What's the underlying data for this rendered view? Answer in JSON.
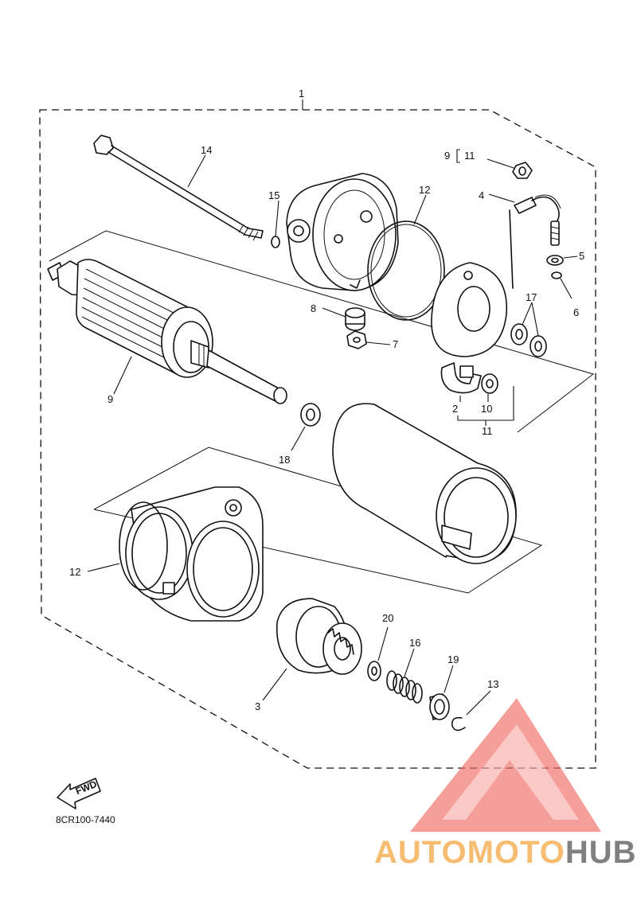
{
  "assembly_number": "1",
  "diagram_code": "8CR100-7440",
  "fwd_label": "FWD",
  "callouts": [
    {
      "id": "c14",
      "text": "14"
    },
    {
      "id": "c15",
      "text": "15"
    },
    {
      "id": "c12a",
      "text": "12"
    },
    {
      "id": "c9a",
      "text": "9"
    },
    {
      "id": "c11a",
      "text": "11"
    },
    {
      "id": "c4",
      "text": "4"
    },
    {
      "id": "c5",
      "text": "5"
    },
    {
      "id": "c6",
      "text": "6"
    },
    {
      "id": "c17",
      "text": "17"
    },
    {
      "id": "c8",
      "text": "8"
    },
    {
      "id": "c7",
      "text": "7"
    },
    {
      "id": "c2",
      "text": "2"
    },
    {
      "id": "c10",
      "text": "10"
    },
    {
      "id": "c11b",
      "text": "11"
    },
    {
      "id": "c9b",
      "text": "9"
    },
    {
      "id": "c18",
      "text": "18"
    },
    {
      "id": "c12b",
      "text": "12"
    },
    {
      "id": "c20",
      "text": "20"
    },
    {
      "id": "c16",
      "text": "16"
    },
    {
      "id": "c19",
      "text": "19"
    },
    {
      "id": "c13",
      "text": "13"
    },
    {
      "id": "c3",
      "text": "3"
    }
  ],
  "watermark": {
    "brand_part1": "AUTOMOTO",
    "brand_part2": "HUB",
    "color_primary": "#f26b63",
    "color_accent": "#f5b15a",
    "color_dark": "#6b6b6b"
  }
}
